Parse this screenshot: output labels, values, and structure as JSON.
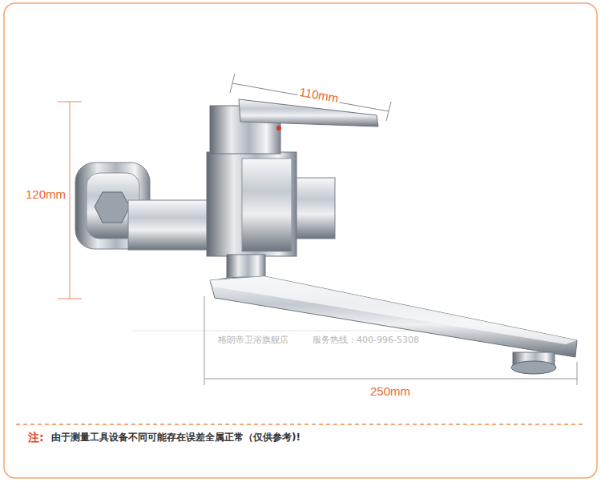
{
  "diagram": {
    "labels": [
      "110mm",
      "120mm",
      "250mm",
      "格朗帝卫浴旗舰店",
      "服务热线：400-996-5308",
      "注:",
      "由于测量工具设备不同可能存在误差全属正常（仅供参考)!"
    ]
  }
}
